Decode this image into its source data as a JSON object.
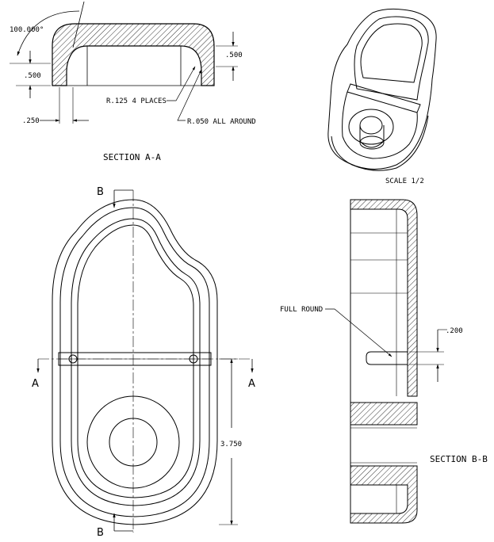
{
  "section_aa": {
    "angle": "100.000°",
    "dim_height": ".500",
    "dim_top": ".500",
    "dim_wall": ".250",
    "note_radius": "R.125 4 PLACES",
    "note_fillet": "R.050 ALL AROUND",
    "title": "SECTION A-A"
  },
  "iso_view": {
    "scale": "SCALE 1/2"
  },
  "plan_view": {
    "cut_b_top": "B",
    "cut_b_bottom": "B",
    "cut_a_left": "A",
    "cut_a_right": "A",
    "dim_length": "3.750"
  },
  "section_bb": {
    "note": "FULL ROUND",
    "dim_slot": ".200",
    "title": "SECTION B-B"
  }
}
